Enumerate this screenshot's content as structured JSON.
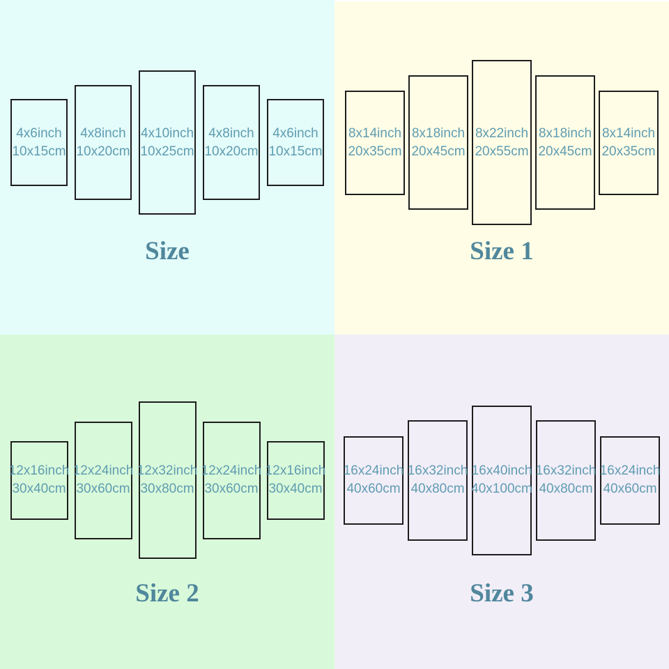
{
  "colors": {
    "quadrant_backgrounds": [
      "#e4fcfa",
      "#fffde6",
      "#d9fada",
      "#f2eef8"
    ],
    "panel_border": "#1d1d1d",
    "label_text": "#5f9cb1",
    "title_text": "#50879c"
  },
  "quadrants": [
    {
      "title": "Size",
      "bg": "#e4fcfa",
      "panels": [
        {
          "inch": "4x6inch",
          "cm": "10x15cm"
        },
        {
          "inch": "4x8inch",
          "cm": "10x20cm"
        },
        {
          "inch": "4x10inch",
          "cm": "10x25cm"
        },
        {
          "inch": "4x8inch",
          "cm": "10x20cm"
        },
        {
          "inch": "4x6inch",
          "cm": "10x15cm"
        }
      ]
    },
    {
      "title": "Size 1",
      "bg": "#fffde6",
      "panels": [
        {
          "inch": "8x14inch",
          "cm": "20x35cm"
        },
        {
          "inch": "8x18inch",
          "cm": "20x45cm"
        },
        {
          "inch": "8x22inch",
          "cm": "20x55cm"
        },
        {
          "inch": "8x18inch",
          "cm": "20x45cm"
        },
        {
          "inch": "8x14inch",
          "cm": "20x35cm"
        }
      ]
    },
    {
      "title": "Size 2",
      "bg": "#d9fada",
      "panels": [
        {
          "inch": "12x16inch",
          "cm": "30x40cm"
        },
        {
          "inch": "12x24inch",
          "cm": "30x60cm"
        },
        {
          "inch": "12x32inch",
          "cm": "30x80cm"
        },
        {
          "inch": "12x24inch",
          "cm": "30x60cm"
        },
        {
          "inch": "12x16inch",
          "cm": "30x40cm"
        }
      ]
    },
    {
      "title": "Size 3",
      "bg": "#f2eef8",
      "panels": [
        {
          "inch": "16x24inch",
          "cm": "40x60cm"
        },
        {
          "inch": "16x32inch",
          "cm": "40x80cm"
        },
        {
          "inch": "16x40inch",
          "cm": "40x100cm"
        },
        {
          "inch": "16x32inch",
          "cm": "40x80cm"
        },
        {
          "inch": "16x24inch",
          "cm": "40x60cm"
        }
      ]
    }
  ]
}
